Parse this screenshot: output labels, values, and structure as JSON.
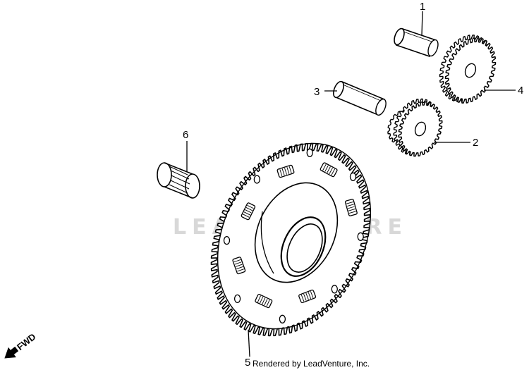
{
  "callouts": [
    {
      "id": "1",
      "label": "1"
    },
    {
      "id": "2",
      "label": "2"
    },
    {
      "id": "3",
      "label": "3"
    },
    {
      "id": "4",
      "label": "4"
    },
    {
      "id": "5",
      "label": "5"
    },
    {
      "id": "6",
      "label": "6"
    }
  ],
  "direction_label": "FWD",
  "watermark": "LEADVENTURE",
  "credit": "Rendered by LeadVenture, Inc."
}
